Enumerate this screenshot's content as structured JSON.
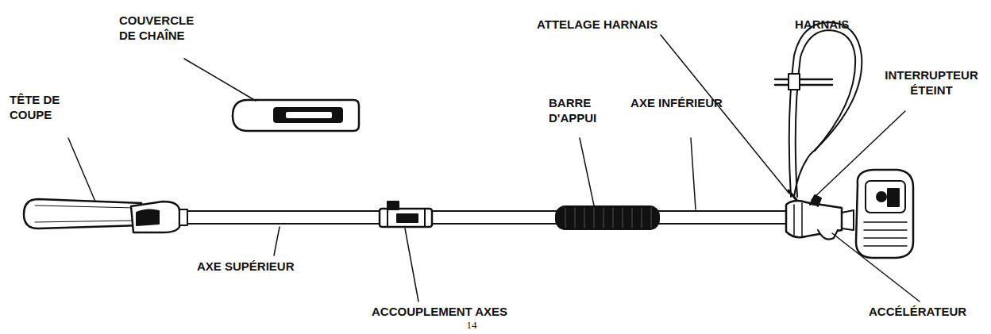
{
  "diagram": {
    "labels": [
      "COUVERCLE DE CHAÎNE",
      "TÊTE DE COUPE",
      "ATTELAGE HARNAIS",
      "HARNAIS",
      "BARRE D'APPUI",
      "AXE INFÉRIEUR",
      "INTERRUPTEUR ÉTEINT",
      "AXE SUPÉRIEUR",
      "ACCOUPLEMENT AXES",
      "14",
      "ACCÉLÉRATEUR"
    ]
  }
}
